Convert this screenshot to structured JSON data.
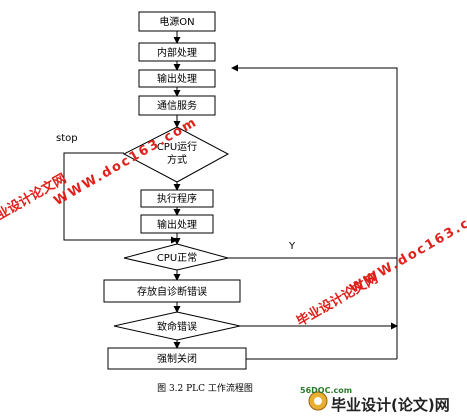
{
  "flowchart": {
    "nodes": {
      "power_on": "电源ON",
      "internal_process": "内部处理",
      "output_process_top": "输出处理",
      "comm_service": "通信服务",
      "cpu_mode_line1": "CPU运行",
      "cpu_mode_line2": "方式",
      "execute_program": "执行程序",
      "output_process": "输出处理",
      "cpu_normal": "CPU正常",
      "store_diag_error": "存放自诊断错误",
      "fatal_error": "致命错误",
      "force_close": "强制关闭"
    },
    "edge_labels": {
      "stop": "stop",
      "yes": "Y"
    }
  },
  "caption": "图 3.2 PLC 工作流程图",
  "watermarks": {
    "site_cn": "毕业设计论文网",
    "site_url": "WWW.doc163.com"
  },
  "logo": {
    "domain": "56DOC.com",
    "name": "毕业设计(论文)网"
  },
  "colors": {
    "watermark": "#e0201a",
    "lines": "#000000",
    "background": "#ffffff"
  }
}
